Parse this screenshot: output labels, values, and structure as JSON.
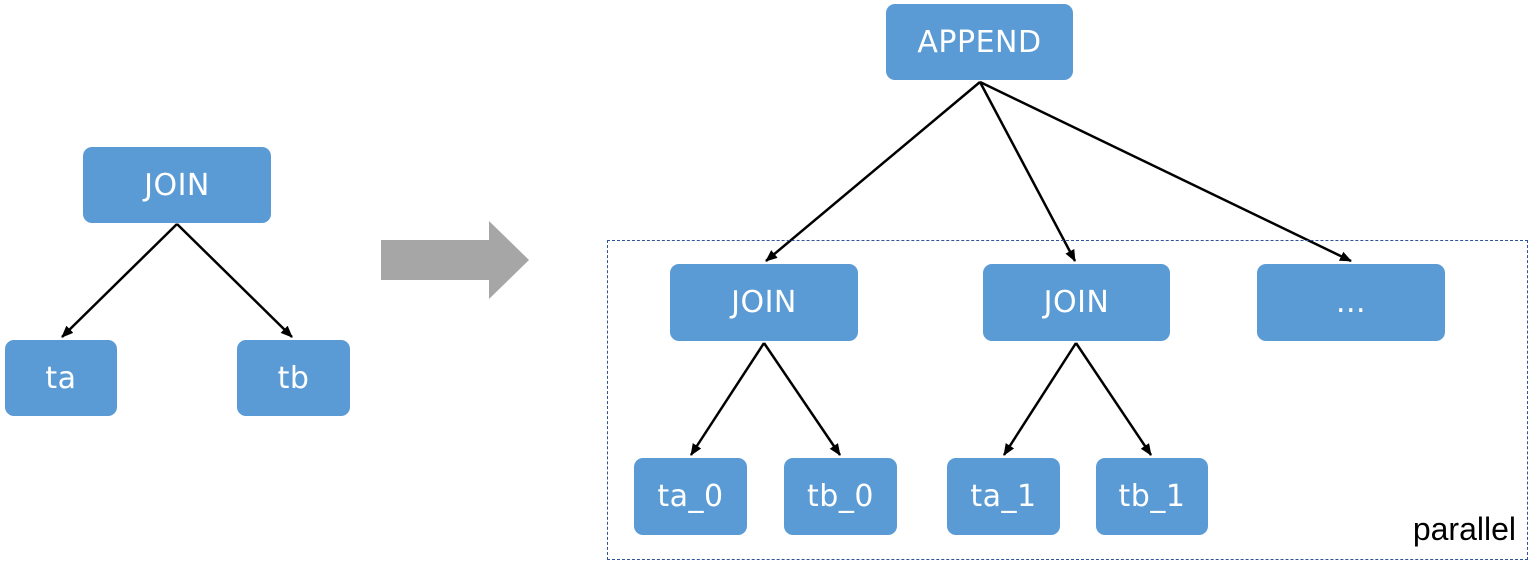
{
  "left_tree": {
    "root": "JOIN",
    "left_child": "ta",
    "right_child": "tb"
  },
  "transform_arrow": {
    "color": "#a6a6a6"
  },
  "right_tree": {
    "root": "APPEND",
    "joins": [
      {
        "label": "JOIN",
        "left_child": "ta_0",
        "right_child": "tb_0"
      },
      {
        "label": "JOIN",
        "left_child": "ta_1",
        "right_child": "tb_1"
      }
    ],
    "more": "..."
  },
  "parallel_group": {
    "label": "parallel",
    "border_color": "#2f5597"
  },
  "colors": {
    "node_fill": "#5b9bd5",
    "node_text": "#ffffff",
    "edge": "#000000"
  }
}
